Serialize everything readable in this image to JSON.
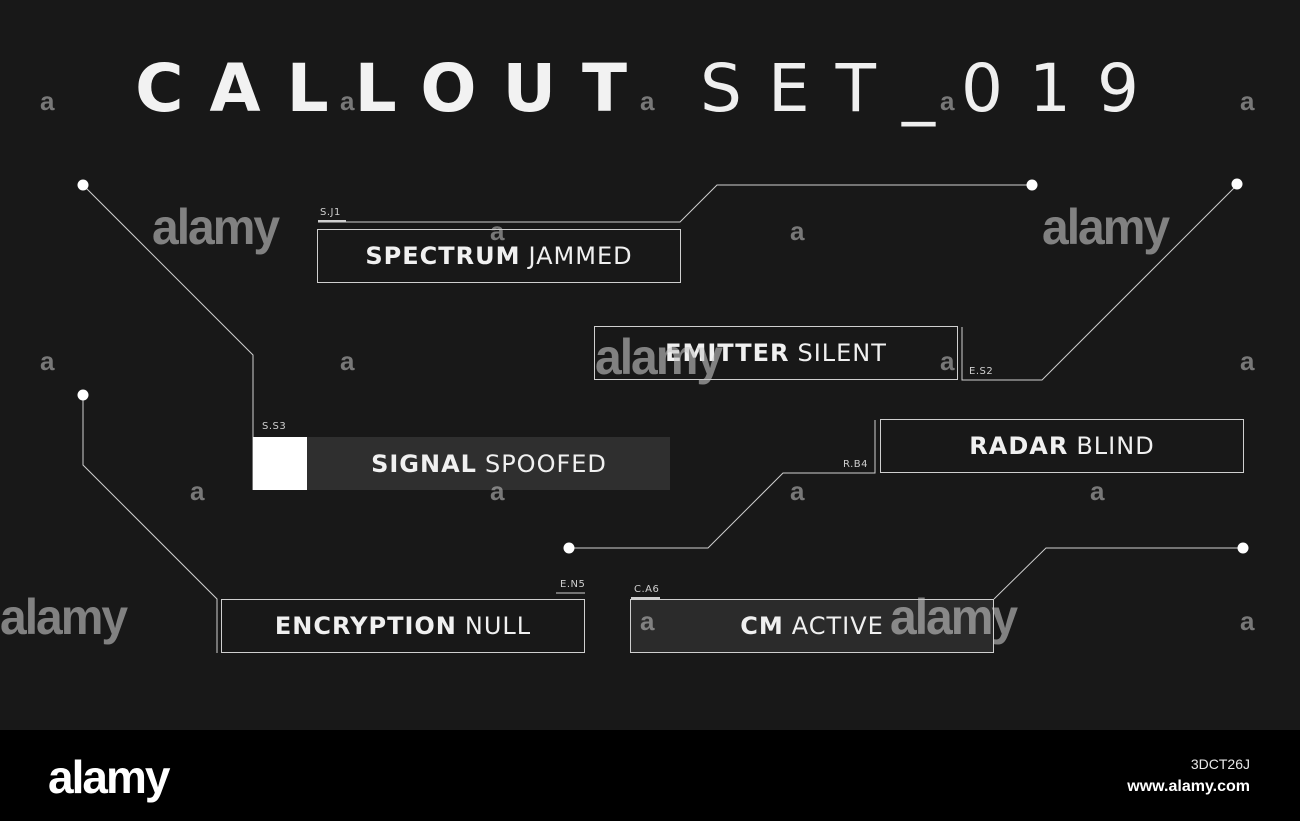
{
  "title": {
    "bold": "CALLOUT",
    "light": "SET_019"
  },
  "callouts": {
    "spectrum": {
      "key": "SPECTRUM",
      "value": "JAMMED",
      "code": "S.J1"
    },
    "emitter": {
      "key": "EMITTER",
      "value": "SILENT",
      "code": "E.S2"
    },
    "signal": {
      "key": "SIGNAL",
      "value": "SPOOFED",
      "code": "S.S3"
    },
    "radar": {
      "key": "RADAR",
      "value": "BLIND",
      "code": "R.B4"
    },
    "encryption": {
      "key": "ENCRYPTION",
      "value": "NULL",
      "code": "E.N5"
    },
    "cm": {
      "key": "CM",
      "value": "ACTIVE",
      "code": "C.A6"
    }
  },
  "watermark": {
    "small": "a",
    "brand": "alamy",
    "image_id": "3DCT26J",
    "url": "www.alamy.com"
  },
  "colors": {
    "background": "#181818",
    "line": "#cfcfcf",
    "footer": "#000000",
    "accent": "#ffffff"
  }
}
